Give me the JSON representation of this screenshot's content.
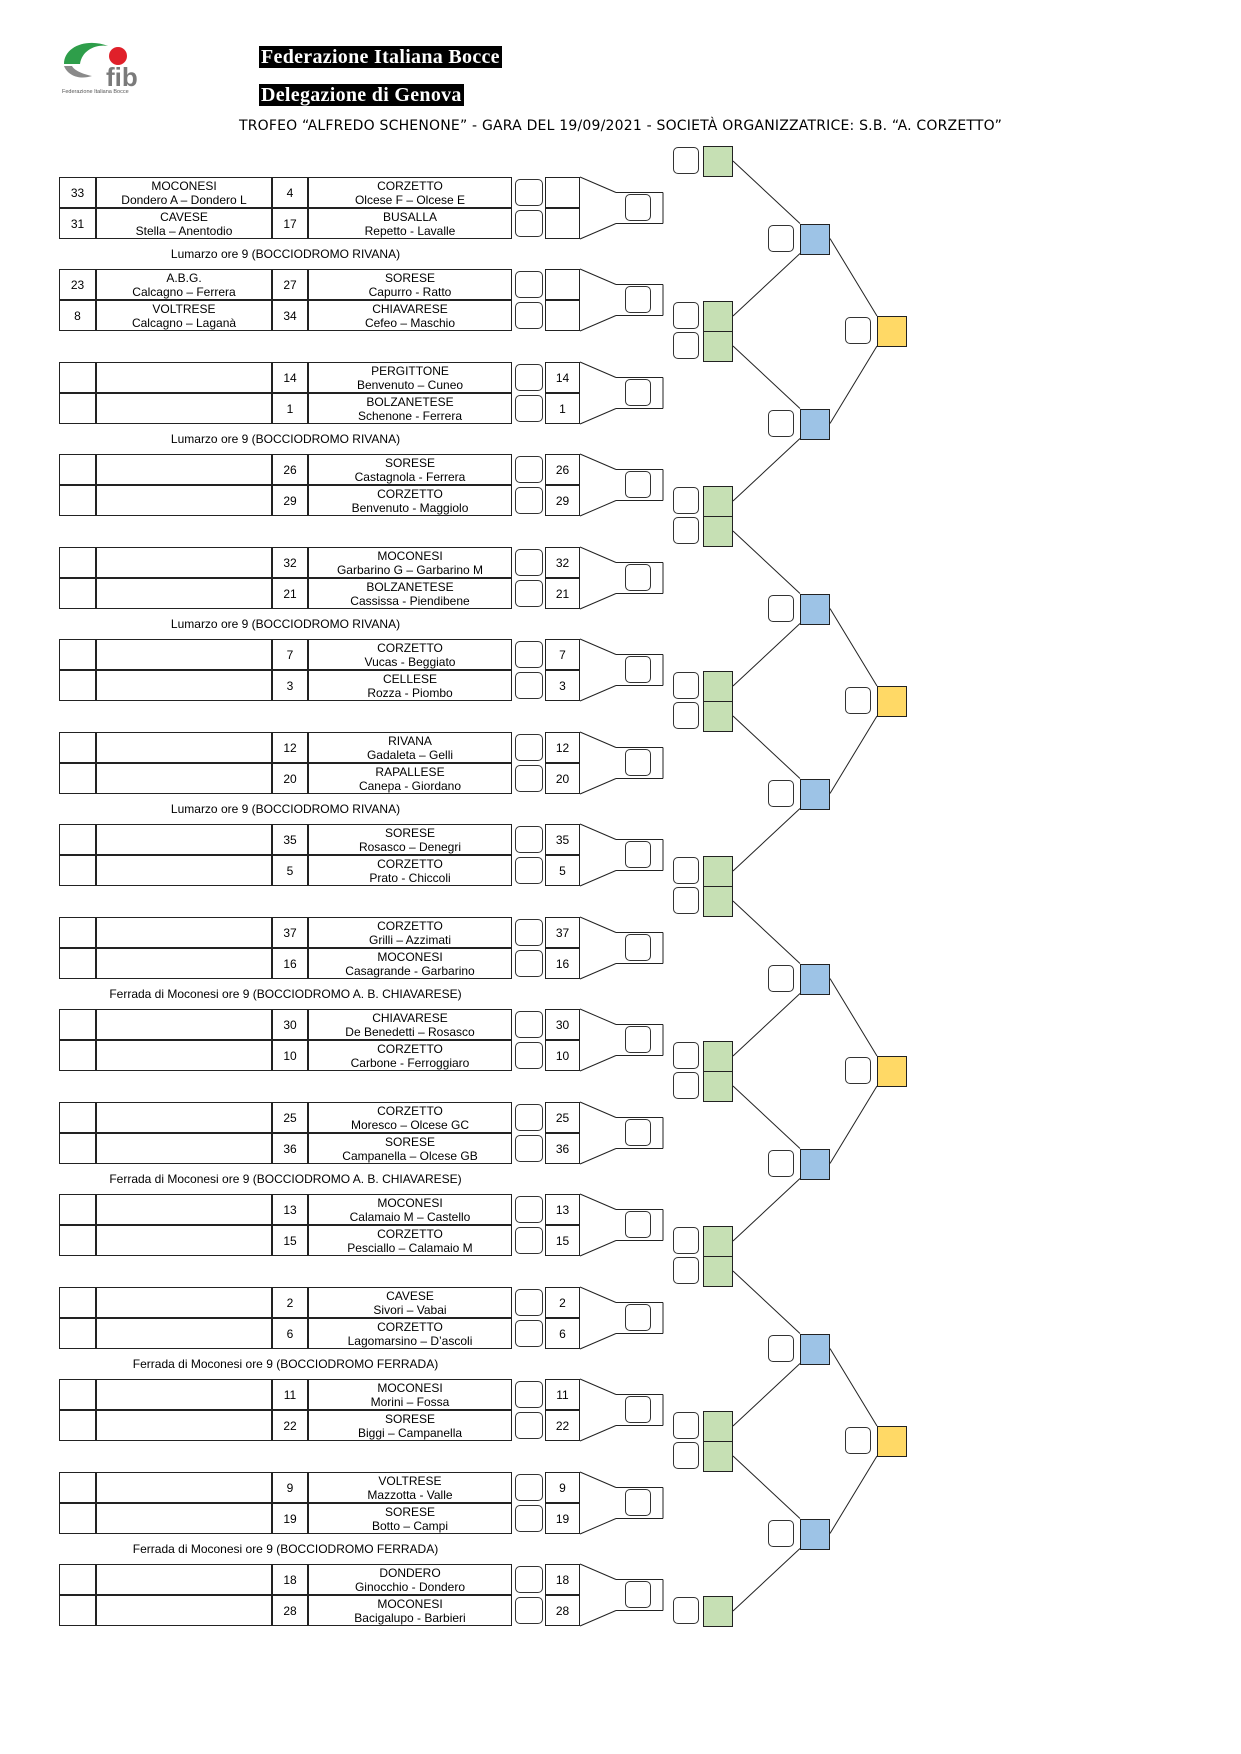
{
  "header": {
    "logo_text": "fib",
    "logo_caption": "Federazione Italiana Bocce",
    "federation": "Federazione Italiana Bocce",
    "delegation": "Delegazione di Genova",
    "trophy_line": "TROFEO “ALFREDO SCHENONE” - GARA DEL 19/09/2021 - SOCIETÀ ORGANIZZATRICE: S.B. “A. CORZETTO”"
  },
  "colors": {
    "round1": "#c6e0b4",
    "quarter": "#9dc3e6",
    "semi": "#ffd966",
    "final": "#ffd966"
  },
  "blocks": [
    {
      "preliminary": true,
      "venue": "Lumarzo ore 9 (BOCCIODROMO RIVANA)",
      "matches": [
        {
          "left": {
            "num": "33",
            "club": "MOCONESI",
            "players": "Dondero A – Dondero L"
          },
          "right": {
            "num": "4",
            "club": "CORZETTO",
            "players": "Olcese F – Olcese E"
          }
        },
        {
          "left": {
            "num": "31",
            "club": "CAVESE",
            "players": "Stella – Anentodio"
          },
          "right": {
            "num": "17",
            "club": "BUSALLA",
            "players": "Repetto - Lavalle"
          }
        },
        {
          "left": {
            "num": "23",
            "club": "A.B.G.",
            "players": "Calcagno – Ferrera"
          },
          "right": {
            "num": "27",
            "club": "SORESE",
            "players": "Capurro - Ratto"
          }
        },
        {
          "left": {
            "num": "8",
            "club": "VOLTRESE",
            "players": "Calcagno – Laganà"
          },
          "right": {
            "num": "34",
            "club": "CHIAVARESE",
            "players": "Cefeo – Maschio"
          }
        }
      ]
    },
    {
      "preliminary": false,
      "venue": "Lumarzo ore 9 (BOCCIODROMO RIVANA)",
      "teams": [
        {
          "num": "14",
          "club": "PERGITTONE",
          "players": "Benvenuto – Cuneo"
        },
        {
          "num": "1",
          "club": "BOLZANETESE",
          "players": "Schenone - Ferrera"
        },
        {
          "num": "26",
          "club": "SORESE",
          "players": "Castagnola - Ferrera"
        },
        {
          "num": "29",
          "club": "CORZETTO",
          "players": "Benvenuto - Maggiolo"
        }
      ]
    },
    {
      "preliminary": false,
      "venue": "Lumarzo ore 9 (BOCCIODROMO RIVANA)",
      "teams": [
        {
          "num": "32",
          "club": "MOCONESI",
          "players": "Garbarino G – Garbarino M"
        },
        {
          "num": "21",
          "club": "BOLZANETESE",
          "players": "Cassissa - Piendibene"
        },
        {
          "num": "7",
          "club": "CORZETTO",
          "players": "Vucas - Beggiato"
        },
        {
          "num": "3",
          "club": "CELLESE",
          "players": "Rozza - Piombo"
        }
      ]
    },
    {
      "preliminary": false,
      "venue": "Lumarzo ore 9 (BOCCIODROMO RIVANA)",
      "teams": [
        {
          "num": "12",
          "club": "RIVANA",
          "players": "Gadaleta – Gelli"
        },
        {
          "num": "20",
          "club": "RAPALLESE",
          "players": "Canepa - Giordano"
        },
        {
          "num": "35",
          "club": "SORESE",
          "players": "Rosasco – Denegri"
        },
        {
          "num": "5",
          "club": "CORZETTO",
          "players": "Prato - Chiccoli"
        }
      ]
    },
    {
      "preliminary": false,
      "venue": "Ferrada di Moconesi ore 9 (BOCCIODROMO A. B. CHIAVARESE)",
      "teams": [
        {
          "num": "37",
          "club": "CORZETTO",
          "players": "Grilli – Azzimati"
        },
        {
          "num": "16",
          "club": "MOCONESI",
          "players": "Casagrande - Garbarino"
        },
        {
          "num": "30",
          "club": "CHIAVARESE",
          "players": "De Benedetti – Rosasco"
        },
        {
          "num": "10",
          "club": "CORZETTO",
          "players": "Carbone - Ferroggiaro"
        }
      ]
    },
    {
      "preliminary": false,
      "venue": "Ferrada di Moconesi ore 9 (BOCCIODROMO A. B. CHIAVARESE)",
      "teams": [
        {
          "num": "25",
          "club": "CORZETTO",
          "players": "Moresco – Olcese GC"
        },
        {
          "num": "36",
          "club": "SORESE",
          "players": "Campanella – Olcese GB"
        },
        {
          "num": "13",
          "club": "MOCONESI",
          "players": "Calamaio M – Castello"
        },
        {
          "num": "15",
          "club": "CORZETTO",
          "players": "Pesciallo – Calamaio M"
        }
      ]
    },
    {
      "preliminary": false,
      "venue": "Ferrada di Moconesi ore 9 (BOCCIODROMO FERRADA)",
      "teams": [
        {
          "num": "2",
          "club": "CAVESE",
          "players": "Sivori – Vabai"
        },
        {
          "num": "6",
          "club": "CORZETTO",
          "players": "Lagomarsino – D’ascoli"
        },
        {
          "num": "11",
          "club": "MOCONESI",
          "players": "Morini – Fossa"
        },
        {
          "num": "22",
          "club": "SORESE",
          "players": "Biggi – Campanella"
        }
      ]
    },
    {
      "preliminary": false,
      "venue": "Ferrada di Moconesi ore 9 (BOCCIODROMO FERRADA)",
      "teams": [
        {
          "num": "9",
          "club": "VOLTRESE",
          "players": "Mazzotta - Valle"
        },
        {
          "num": "19",
          "club": "SORESE",
          "players": "Botto – Campi"
        },
        {
          "num": "18",
          "club": "DONDERO",
          "players": "Ginocchio - Dondero"
        },
        {
          "num": "28",
          "club": "MOCONESI",
          "players": "Bacigalupo - Barbieri"
        }
      ]
    }
  ]
}
